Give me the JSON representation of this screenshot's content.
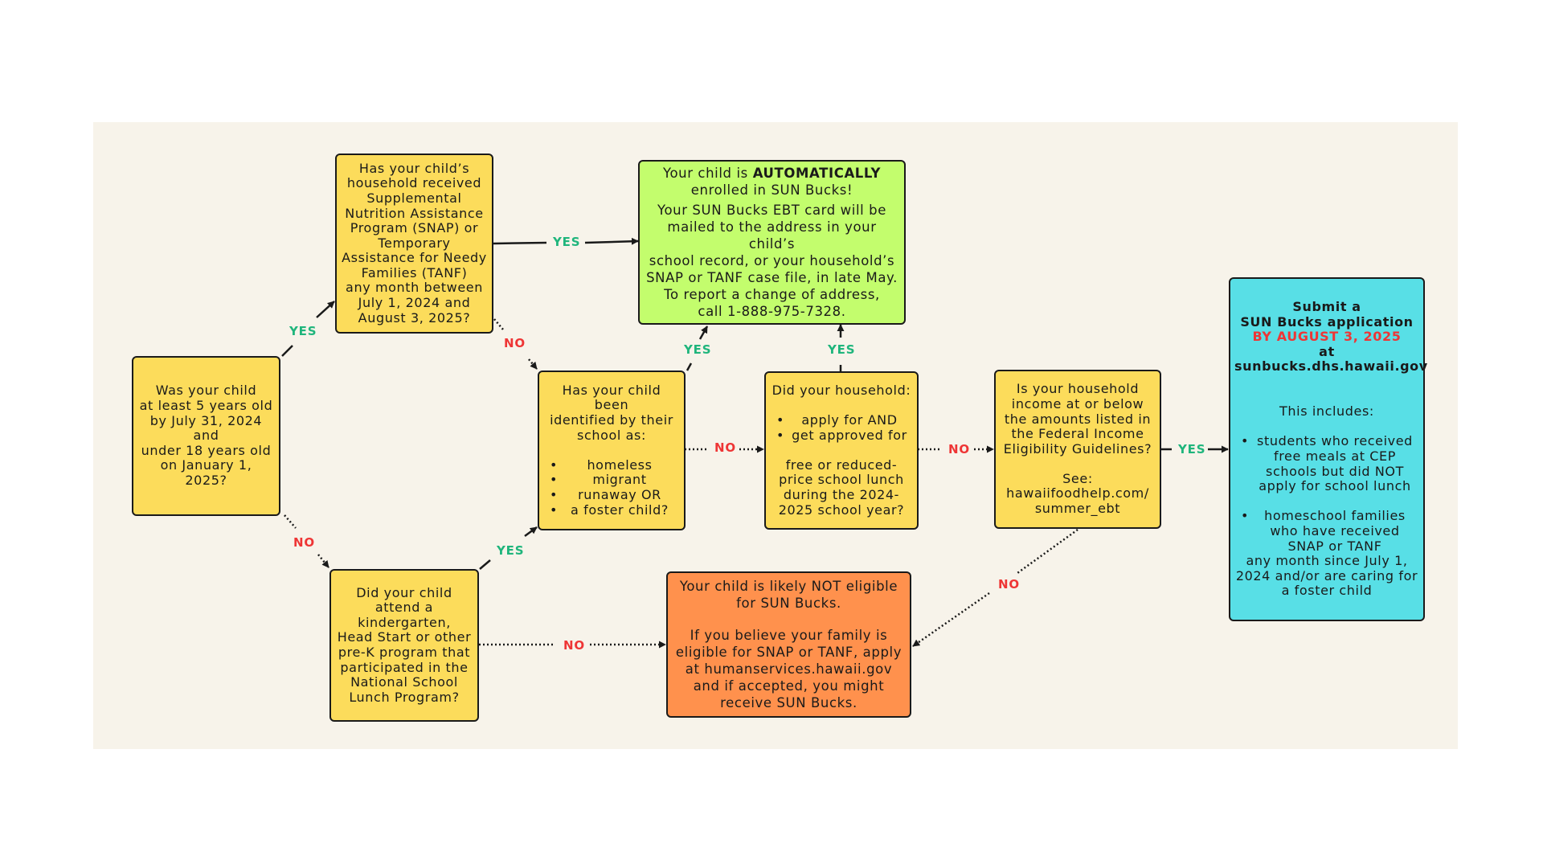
{
  "nodes": {
    "q_age": {
      "lines": [
        "Was your child",
        "at least 5 years old",
        "by July 31, 2024 and",
        "under 18 years old",
        "on January 1, 2025?"
      ]
    },
    "q_snap": {
      "lines": [
        "Has your child’s",
        "household received",
        "Supplemental",
        "Nutrition Assistance",
        "Program (SNAP) or",
        "Temporary",
        "Assistance for Needy",
        "Families (TANF)",
        "any month between",
        "July 1, 2024 and",
        "August 3, 2025?"
      ]
    },
    "q_prek": {
      "lines": [
        "Did your child",
        "attend a",
        "kindergarten,",
        "Head Start or other",
        "pre-K program that",
        "participated in the",
        "National School",
        "Lunch Program?"
      ]
    },
    "q_identified": {
      "intro": [
        "Has your child been",
        "identified by their",
        "school as:"
      ],
      "items": [
        "homeless",
        "migrant",
        "runaway OR",
        "a foster child?"
      ]
    },
    "q_meals": {
      "intro": "Did your household:",
      "items": [
        "apply for AND",
        "get approved for"
      ],
      "outro": [
        "free or reduced-",
        "price school lunch",
        "during the 2024-",
        "2025 school year?"
      ]
    },
    "q_income": {
      "lines": [
        "Is your household",
        "income at or below",
        "the amounts listed in",
        "the Federal Income",
        "Eligibility Guidelines?"
      ],
      "see_label": "See:",
      "link_lines": [
        "hawaiifoodhelp.com/",
        "summer_ebt"
      ]
    },
    "r_auto": {
      "line1_prefix": "Your child is ",
      "line1_bold": "AUTOMATICALLY",
      "line2": "enrolled in SUN Bucks!",
      "body": [
        "Your SUN Bucks EBT card will be",
        "mailed to the address in your child’s",
        "school record, or your household’s",
        "SNAP or TANF case file, in late May.",
        "To report a change of address,",
        "call 1-888-975-7328."
      ]
    },
    "r_not": {
      "head": [
        "Your child is likely NOT eligible",
        "for SUN Bucks."
      ],
      "body": [
        "If you believe your family is",
        "eligible for SNAP or TANF, apply",
        "at humanservices.hawaii.gov",
        "and if accepted, you might",
        "receive SUN Bucks."
      ]
    },
    "r_apply": {
      "title": [
        "Submit a",
        "SUN Bucks application"
      ],
      "deadline": "BY AUGUST 3, 2025",
      "at": "at",
      "url": "sunbucks.dhs.hawaii.gov",
      "includes": "This includes:",
      "items": [
        [
          "students who received",
          "free meals at CEP",
          "schools but did NOT",
          "apply for school lunch"
        ],
        [
          "homeschool families",
          "who have received",
          "SNAP or TANF",
          "any month since July 1,",
          "2024 and/or are caring for",
          "a foster child"
        ]
      ]
    }
  },
  "edges": {
    "age_snap": "YES",
    "age_prek": "NO",
    "snap_auto": "YES",
    "snap_identified": "NO",
    "prek_identified": "YES",
    "prek_not": "NO",
    "identified_auto": "YES",
    "identified_meals": "NO",
    "meals_auto": "YES",
    "meals_income": "NO",
    "income_apply": "YES",
    "income_not": "NO"
  },
  "colors": {
    "question": "#fcdc5b",
    "auto_enrolled": "#c3fd6d",
    "not_eligible": "#ff914d",
    "apply": "#58dfe6",
    "yes_label": "#1fb57c",
    "no_label": "#ee3535",
    "background": "#f7f3ea"
  }
}
